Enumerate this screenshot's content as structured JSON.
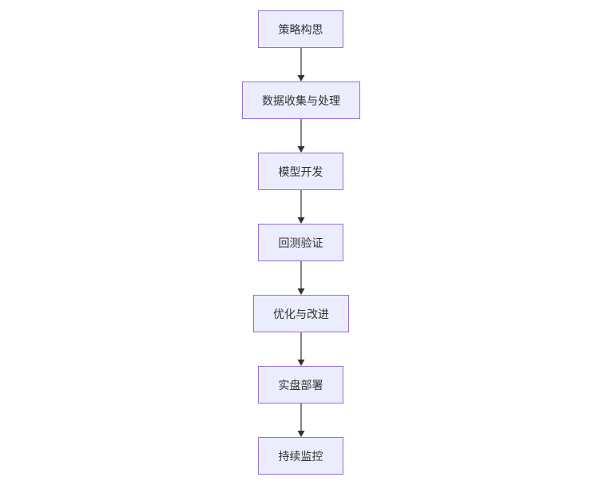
{
  "flowchart": {
    "nodes": [
      {
        "id": "n1",
        "label": "策略构思"
      },
      {
        "id": "n2",
        "label": "数据收集与处理"
      },
      {
        "id": "n3",
        "label": "模型开发"
      },
      {
        "id": "n4",
        "label": "回测验证"
      },
      {
        "id": "n5",
        "label": "优化与改进"
      },
      {
        "id": "n6",
        "label": "实盘部署"
      },
      {
        "id": "n7",
        "label": "持续监控"
      }
    ],
    "edges": [
      {
        "from": "n1",
        "to": "n2"
      },
      {
        "from": "n2",
        "to": "n3"
      },
      {
        "from": "n3",
        "to": "n4"
      },
      {
        "from": "n4",
        "to": "n5"
      },
      {
        "from": "n5",
        "to": "n6"
      },
      {
        "from": "n6",
        "to": "n7"
      }
    ]
  }
}
